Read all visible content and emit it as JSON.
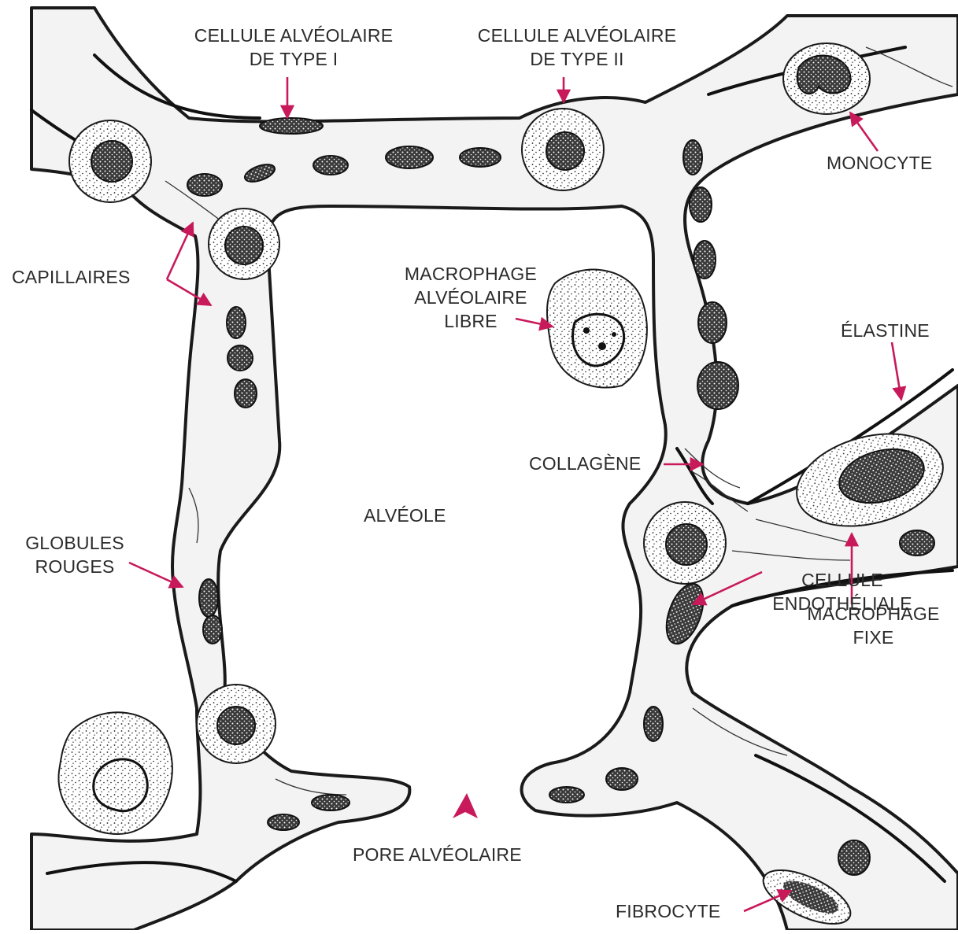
{
  "figure": {
    "colors": {
      "arrow": "#c8195a",
      "ink": "#1a1a1a",
      "cytoplasm_fill": "#f3f3f3",
      "background": "#ffffff"
    },
    "labels": {
      "type1_line1": "CELLULE ALVÉOLAIRE",
      "type1_line2": "DE  TYPE I",
      "type2_line1": "CELLULE ALVÉOLAIRE",
      "type2_line2": "DE TYPE II",
      "monocyte": "MONOCYTE",
      "capillaires": "CAPILLAIRES",
      "macrophage_libre_line1": "MACROPHAGE",
      "macrophage_libre_line2": "ALVÉOLAIRE",
      "macrophage_libre_line3": "LIBRE",
      "elastine": "ÉLASTINE",
      "collagene": "COLLAGÈNE",
      "alveole": "ALVÉOLE",
      "globules_line1": "GLOBULES",
      "globules_line2": "ROUGES",
      "macrophage_fixe_line1": "MACROPHAGE",
      "macrophage_fixe_line2": "FIXE",
      "endothelial_line1": "CELLULE",
      "endothelial_line2": "ENDOTHÉLIALE",
      "pore": "PORE ALVÉOLAIRE",
      "fibrocyte": "FIBROCYTE"
    }
  }
}
